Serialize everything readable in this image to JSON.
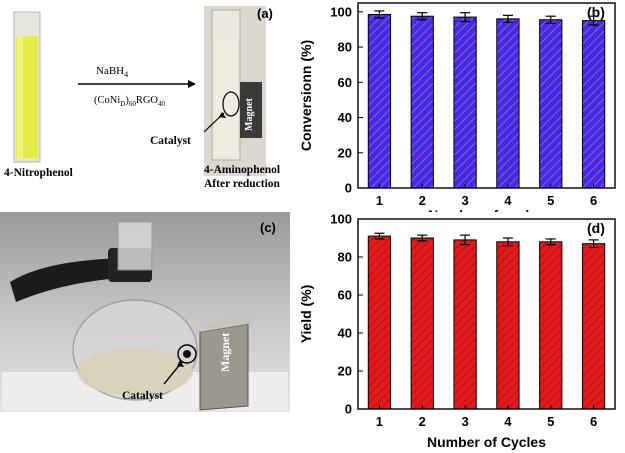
{
  "panel_a": {
    "label": "(a)",
    "left_caption": "4-Nitrophenol",
    "reagent_1": "NaBH",
    "reagent_1_sub": "4",
    "reagent_2_a": "(CoNi",
    "reagent_2_sub1": "D",
    "reagent_2_b": ")",
    "reagent_2_sub2": "60",
    "reagent_2_c": "RGO",
    "reagent_2_sub3": "40",
    "catalyst_label": "Catalyst",
    "magnet_label": "Magnet",
    "right_caption_1": "4-Aminophenol",
    "right_caption_2": "After reduction"
  },
  "panel_c": {
    "label": "(c)",
    "catalyst_label": "Catalyst",
    "magnet_label": "Magnet"
  },
  "chart_data": [
    {
      "panel_label": "(b)",
      "type": "bar",
      "categories": [
        "1",
        "2",
        "3",
        "4",
        "5",
        "6"
      ],
      "values": [
        98.5,
        97.5,
        97,
        96,
        95.5,
        95
      ],
      "errors": [
        2,
        2,
        2.5,
        2,
        2,
        2.5
      ],
      "xlabel": "Number of cycles",
      "ylabel": "Conversionn (%)",
      "ylim": [
        0,
        105
      ],
      "yticks": [
        0,
        20,
        40,
        60,
        80,
        100
      ],
      "fill_color": "#3b2df0",
      "hatch_color": "#e05a8a",
      "edge_color": "#000000"
    },
    {
      "panel_label": "(d)",
      "type": "bar",
      "categories": [
        "1",
        "2",
        "3",
        "4",
        "5",
        "6"
      ],
      "values": [
        91,
        90,
        89,
        88,
        88,
        87
      ],
      "errors": [
        1.5,
        1.5,
        2.5,
        2,
        1.5,
        2
      ],
      "xlabel": "Number of Cycles",
      "ylabel": "Yield (%)",
      "ylim": [
        0,
        100
      ],
      "yticks": [
        0,
        20,
        40,
        60,
        80,
        100
      ],
      "fill_color": "#e31a1c",
      "hatch_color": "#a01010",
      "edge_color": "#000000"
    }
  ]
}
